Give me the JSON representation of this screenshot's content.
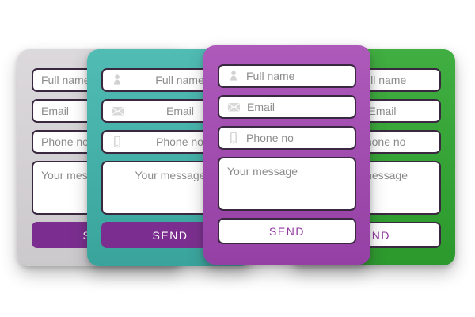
{
  "form": {
    "fields": [
      {
        "placeholder": "Full name",
        "icon": "person-icon"
      },
      {
        "placeholder": "Email",
        "icon": "envelope-icon"
      },
      {
        "placeholder": "Phone no",
        "icon": "phone-icon"
      }
    ],
    "message_placeholder": "Your message",
    "send_label": "SEND"
  },
  "cards": [
    {
      "id": "gray-card",
      "theme_color": "#d5d2d5",
      "icons": false,
      "text_align": "left",
      "button_style": "solid-purple"
    },
    {
      "id": "teal-card",
      "theme_color": "#45b3ab",
      "icons": true,
      "text_align": "center",
      "button_style": "solid-purple"
    },
    {
      "id": "purple-card",
      "theme_color": "#a34fb1",
      "icons": true,
      "text_align": "left",
      "button_style": "white-outline"
    },
    {
      "id": "green-card",
      "theme_color": "#36a437",
      "icons": true,
      "text_align": "center",
      "button_style": "white-outline"
    }
  ],
  "colors": {
    "field_border": "#3a2840",
    "solid_button": "#7b2e8f",
    "send_text_on_white": "#9139a1",
    "placeholder_text": "#8c8c8c",
    "icon_gray": "#d2d2d2"
  }
}
